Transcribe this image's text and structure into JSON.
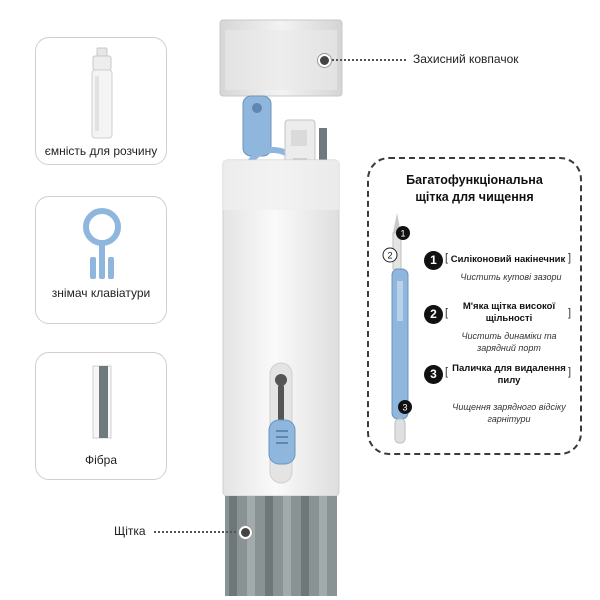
{
  "left_items": [
    {
      "caption": "ємність для розчину"
    },
    {
      "caption": "знімач клавіатури"
    },
    {
      "caption": "Фібра"
    }
  ],
  "callouts": {
    "cap": "Захисний ковпачок",
    "brush": "Щітка"
  },
  "panel": {
    "title_line1": "Багатофункціональна",
    "title_line2": "щітка для чищення",
    "features": [
      {
        "number": "1",
        "title": "Силіконовий накінечник",
        "desc_line1": "Чистить кутові зазори",
        "desc_line2": ""
      },
      {
        "number": "2",
        "title_line1": "М'яка щітка високої",
        "title_line2": "щільності",
        "desc_line1": "Чистить динаміки та",
        "desc_line2": "зарядний порт"
      },
      {
        "number": "3",
        "title_line1": "Паличка для видалення",
        "title_line2": "пилу",
        "desc_line1": "Чищення зарядного відсіку",
        "desc_line2": "гарнітури"
      }
    ]
  },
  "colors": {
    "accent_blue": "#8fb6dc",
    "device_white": "#f2f2f2",
    "brush_gray": "#7f8a8a"
  }
}
